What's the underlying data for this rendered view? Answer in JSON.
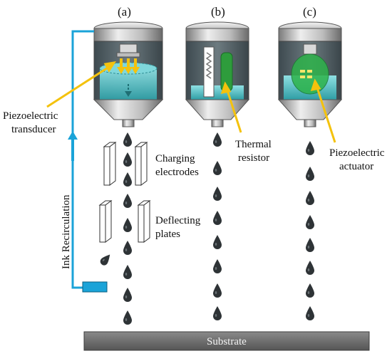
{
  "panels": [
    {
      "label": "(a)"
    },
    {
      "label": "(b)"
    },
    {
      "label": "(c)"
    }
  ],
  "annotations": {
    "piezo_transducer": [
      "Piezoelectric",
      "transducer"
    ],
    "charging_electrodes": [
      "Charging",
      "electrodes"
    ],
    "deflecting_plates": [
      "Deflecting",
      "plates"
    ],
    "thermal_resistor": [
      "Thermal",
      "resistor"
    ],
    "piezo_actuator": [
      "Piezoelectric",
      "actuator"
    ],
    "ink_recirculation": "Ink Recirculation",
    "substrate": "Substrate"
  },
  "colors": {
    "ink_cyan": "#4fc3c8",
    "ink_dark": "#2d8e95",
    "metal_light": "#e6e6e6",
    "metal_dark": "#6f6f6f",
    "pointer_yellow": "#f4c20d",
    "recirc_blue": "#1aa3d8",
    "drop": "#2e3336",
    "substrate": "#6e6e6e",
    "resistor_green": "#2e9c3c",
    "actuator_green": "#2db34a"
  },
  "icons": [
    "down-arrow-icon",
    "up-arrow-icon",
    "drop-icon"
  ]
}
